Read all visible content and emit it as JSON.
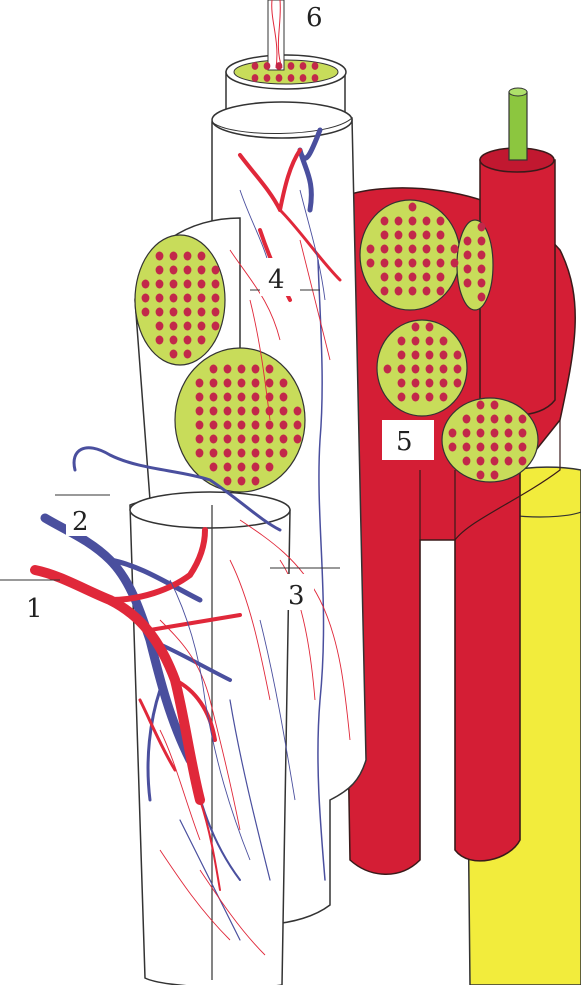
{
  "diagram": {
    "labels": {
      "l1": "1",
      "l2": "2",
      "l3": "3",
      "l4": "4",
      "l5": "5",
      "l6": "6"
    },
    "colors": {
      "artery": "#e0283a",
      "vein": "#4a4f9e",
      "muscle": "#d41e35",
      "fascicle": "#c8dc5a",
      "fiber": "#c2284a",
      "fat": "#f2ec3c",
      "core": "#8cc63f",
      "sheath_outline": "#333333"
    },
    "icons": {
      "artery": "artery-icon",
      "vein": "vein-icon"
    }
  }
}
